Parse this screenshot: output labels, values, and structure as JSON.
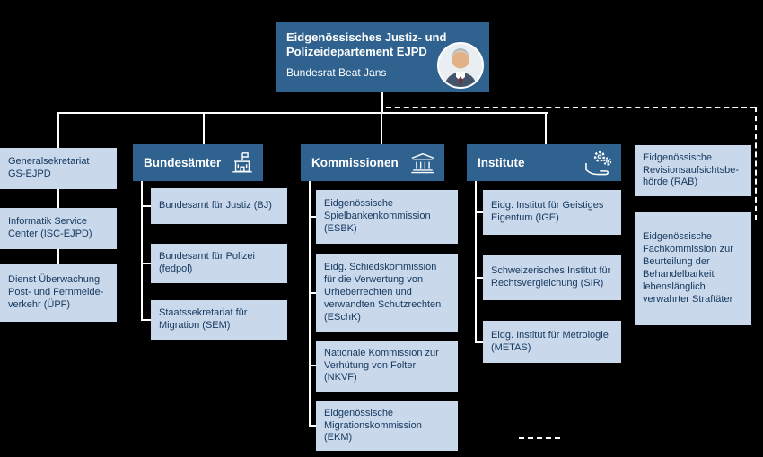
{
  "department": {
    "title": "Eidgenössisches Justiz- und Polizeidepartement EJPD",
    "head": "Bundesrat Beat Jans",
    "portrait_icon": "portrait-photo"
  },
  "staff_units": [
    "Generalsekretariat GS-EJPD",
    "Informatik Service Center (ISC-EJPD)",
    "Dienst Überwachung Post- und Fernmelde­verkehr (ÜPF)"
  ],
  "groups": [
    {
      "title": "Bundesämter",
      "icon": "government-building-icon",
      "items": [
        "Bundesamt für Justiz (BJ)",
        "Bundesamt für Polizei (fedpol)",
        "Staatssekretariat für Migration (SEM)"
      ]
    },
    {
      "title": "Kommissionen",
      "icon": "classical-building-icon",
      "items": [
        "Eidgenössische Spielbankenkommission (ESBK)",
        "Eidg. Schiedskommission für die Verwertung von Urheberrechten und verwandten Schutzrechten (ESchK)",
        "Nationale Kommission zur Verhütung von Folter (NKVF)",
        "Eidgenössische Migrationskommission (EKM)"
      ]
    },
    {
      "title": "Institute",
      "icon": "gears-in-hand-icon",
      "items": [
        "Eidg. Institut für Geistiges Eigentum (IGE)",
        "Schweizerisches Institut für Rechtsvergleichung (SIR)",
        "Eidg. Institut für Metrologie (METAS)"
      ]
    }
  ],
  "independent_bodies": [
    "Eidgenössische Revisionsaufsichtsbe­hörde (RAB)",
    "Eidgenössische Fachkommission zur Beurteilung der Behandelbarkeit lebenslänglich verwahrter Straftäter"
  ],
  "colors": {
    "background": "#000000",
    "accent_dark_blue": "#2f628f",
    "accent_light_blue": "#c9d8ea",
    "text_on_light": "#173a61",
    "text_on_dark": "#ffffff",
    "connector": "#ffffff"
  }
}
